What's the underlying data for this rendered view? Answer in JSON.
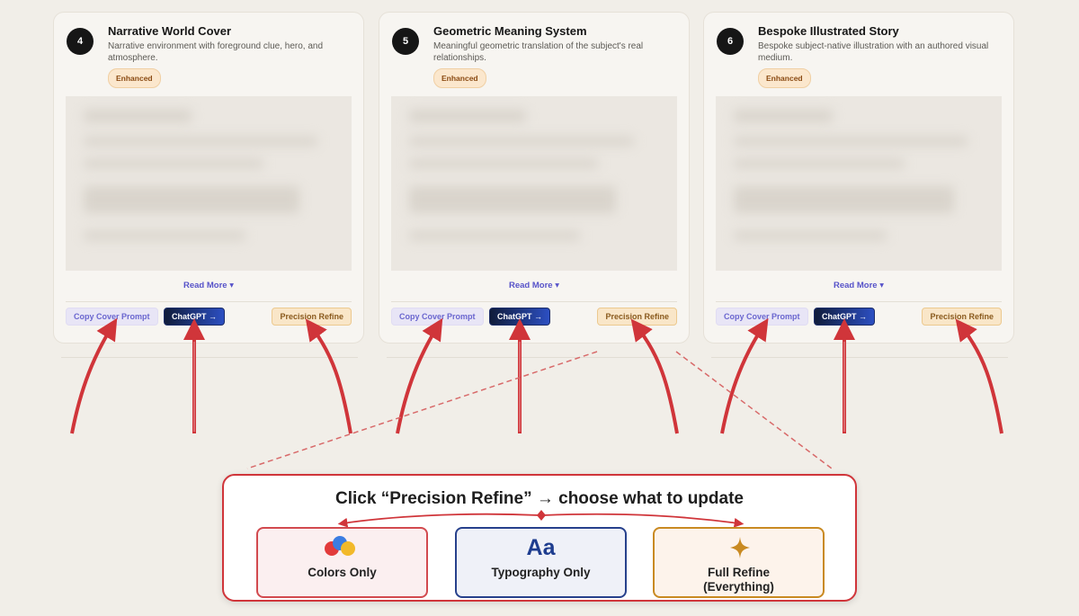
{
  "cards": [
    {
      "number": "4",
      "title": "Narrative World Cover",
      "description": "Narrative environment with foreground clue, hero, and atmosphere.",
      "badge": "Enhanced",
      "read_more": "Read More",
      "buttons": {
        "copy": "Copy Cover Prompt",
        "chatgpt": "ChatGPT →",
        "refine": "Precision Refine"
      }
    },
    {
      "number": "5",
      "title": "Geometric Meaning System",
      "description": "Meaningful geometric translation of the subject's real relationships.",
      "badge": "Enhanced",
      "read_more": "Read More",
      "buttons": {
        "copy": "Copy Cover Prompt",
        "chatgpt": "ChatGPT →",
        "refine": "Precision Refine"
      }
    },
    {
      "number": "6",
      "title": "Bespoke Illustrated Story",
      "description": "Bespoke subject-native illustration with an authored visual medium.",
      "badge": "Enhanced",
      "read_more": "Read More",
      "buttons": {
        "copy": "Copy Cover Prompt",
        "chatgpt": "ChatGPT →",
        "refine": "Precision Refine"
      }
    }
  ],
  "callout": {
    "title": "Click “Precision Refine” → choose what to update",
    "options": [
      {
        "label": "Colors Only",
        "icon": "color-circles-icon"
      },
      {
        "label": "Typography Only",
        "icon": "Aa"
      },
      {
        "label_line1": "Full Refine",
        "label_line2": "(Everything)",
        "icon": "sparkle-icon"
      }
    ]
  },
  "colors": {
    "annotation_red": "#d0353a",
    "accent_purple": "#5753c9",
    "badge_bg": "#fbe7cd"
  }
}
